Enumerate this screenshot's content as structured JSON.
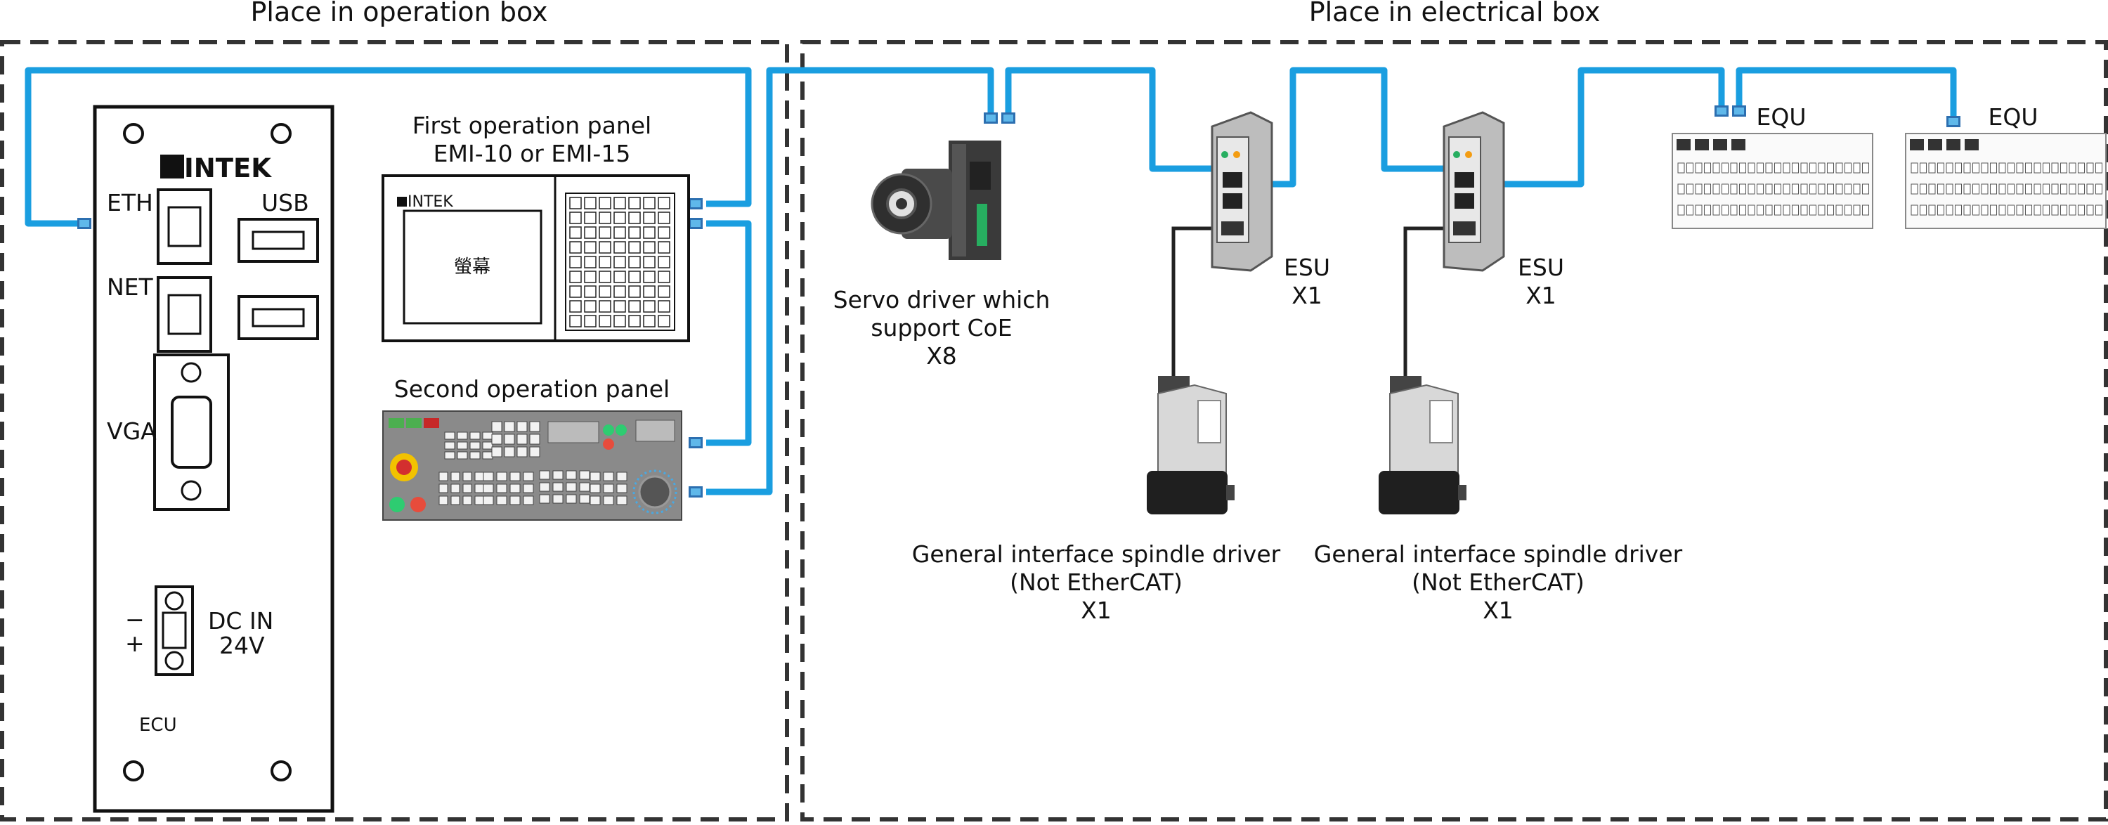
{
  "zones": {
    "operation_box": "Place in operation box",
    "electrical_box": "Place in electrical box"
  },
  "ecu": {
    "brand": "INTEK",
    "ports": {
      "eth": "ETH",
      "usb": "USB",
      "net": "NET",
      "vga": "VGA"
    },
    "power": {
      "minus": "−",
      "plus": "+",
      "line1": "DC IN",
      "line2": "24V"
    },
    "name": "ECU"
  },
  "panel1": {
    "title_line1": "First operation panel",
    "title_line2": "EMI-10 or EMI-15",
    "brand": "INTEK",
    "screen": "螢幕"
  },
  "panel2": {
    "title": "Second operation panel"
  },
  "servo": {
    "line1": "Servo driver which",
    "line2": "support CoE",
    "count": "X8"
  },
  "esu1": {
    "name": "ESU",
    "count": "X1"
  },
  "esu2": {
    "name": "ESU",
    "count": "X1"
  },
  "spindle1": {
    "line1": "General interface spindle driver",
    "line2": "(Not EtherCAT)",
    "count": "X1"
  },
  "spindle2": {
    "line1": "General interface spindle driver",
    "line2": "(Not EtherCAT)",
    "count": "X1"
  },
  "equ1": {
    "name": "EQU"
  },
  "equ2": {
    "name": "EQU"
  },
  "colors": {
    "cable": "#1a9ee0",
    "connector": "#2c6fb0",
    "dark_box": "#333333",
    "panel_gray": "#8a8a8a"
  }
}
